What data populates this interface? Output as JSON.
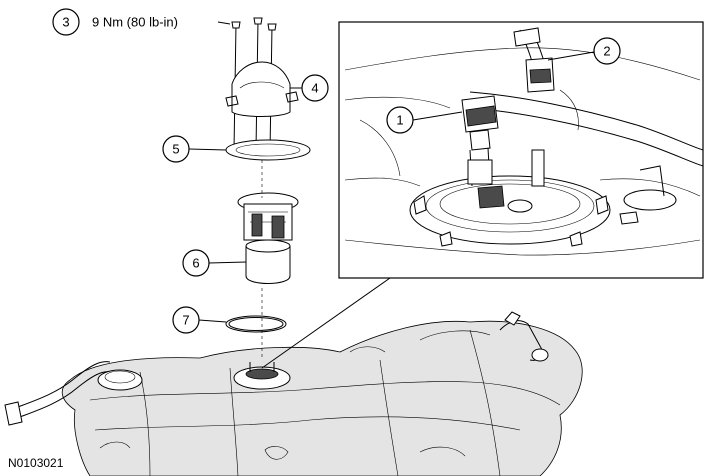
{
  "figure_id": "N0103021",
  "callouts": [
    {
      "number": "1"
    },
    {
      "number": "2"
    },
    {
      "number": "3",
      "torque": "9 Nm (80 lb-in)"
    },
    {
      "number": "4"
    },
    {
      "number": "5"
    },
    {
      "number": "6"
    },
    {
      "number": "7"
    }
  ]
}
